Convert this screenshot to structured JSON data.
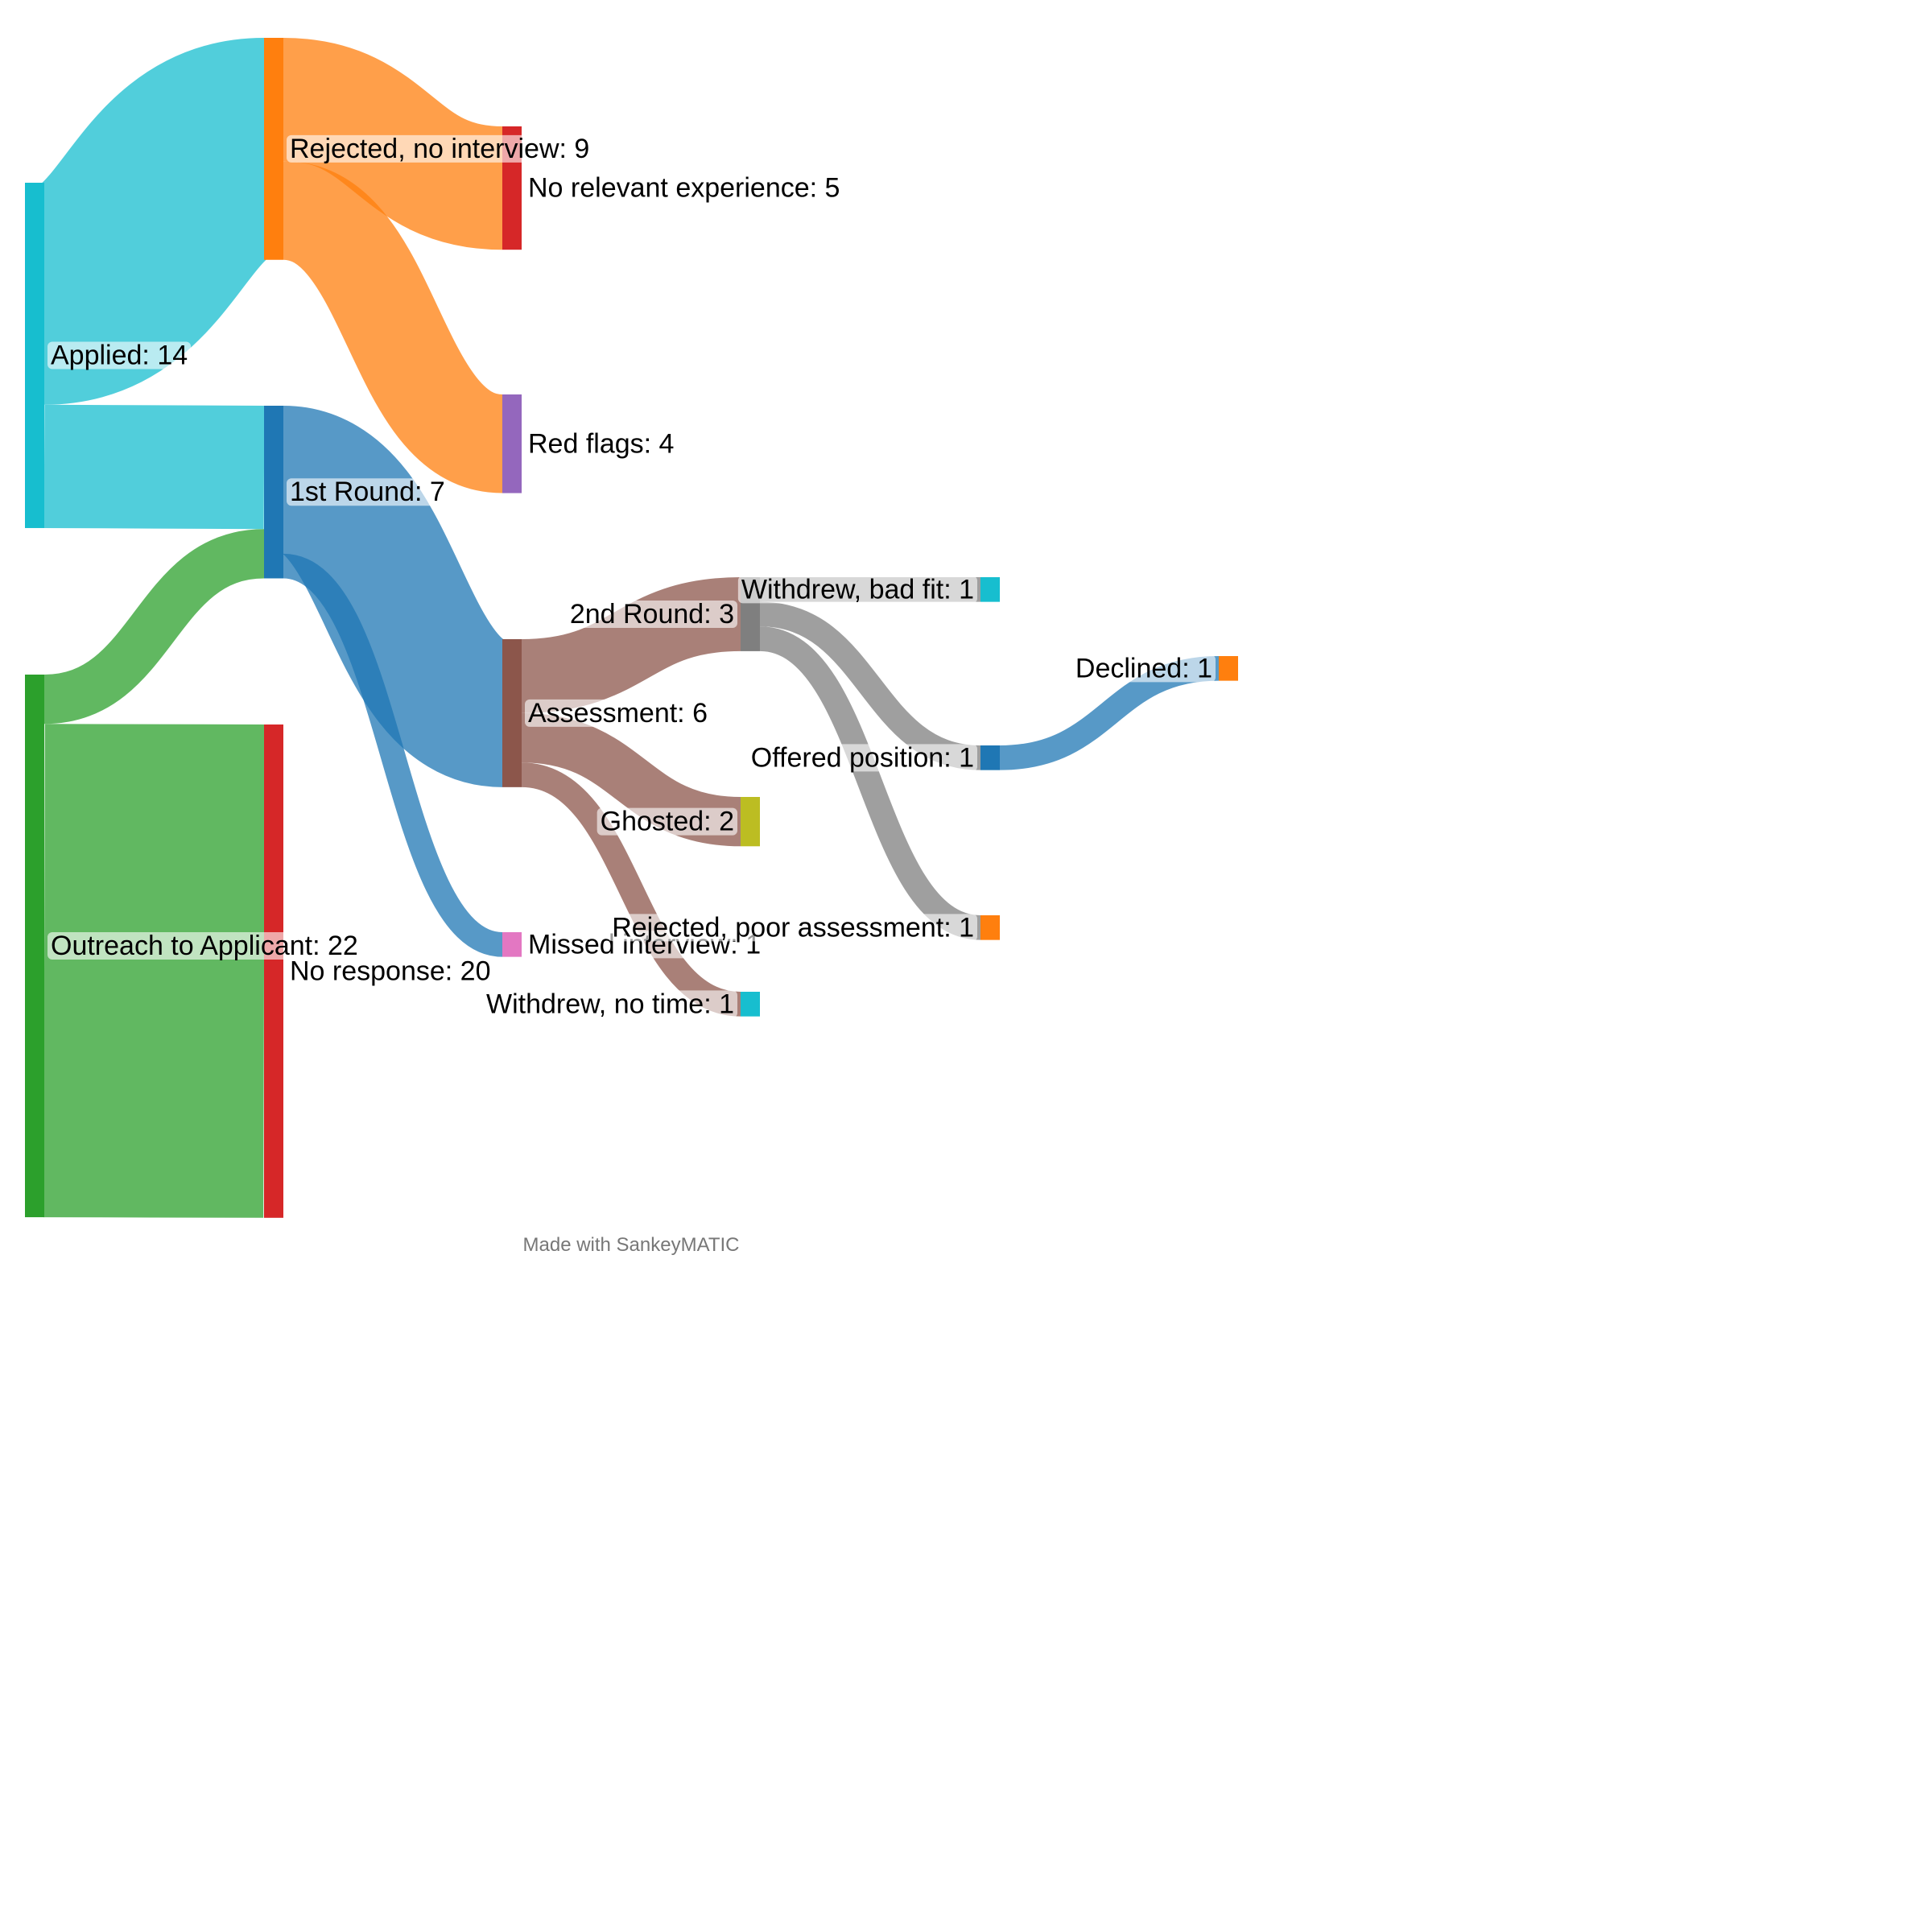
{
  "credit": "Made with SankeyMATIC",
  "chart_data": {
    "type": "sankey",
    "nodes": [
      {
        "id": "applied",
        "label": "Applied: 14",
        "color": "#17becf"
      },
      {
        "id": "outreach",
        "label": "Outreach to Applicant: 22",
        "color": "#2ca02c"
      },
      {
        "id": "rejected_no_interview",
        "label": "Rejected, no interview: 9",
        "color": "#ff7f0e"
      },
      {
        "id": "first_round",
        "label": "1st Round: 7",
        "color": "#1f77b4"
      },
      {
        "id": "no_response",
        "label": "No response: 20",
        "color": "#d62728"
      },
      {
        "id": "no_relevant_experience",
        "label": "No relevant experience: 5",
        "color": "#d62728"
      },
      {
        "id": "red_flags",
        "label": "Red flags: 4",
        "color": "#9467bd"
      },
      {
        "id": "assessment",
        "label": "Assessment: 6",
        "color": "#8c564b"
      },
      {
        "id": "missed_interview",
        "label": "Missed interview: 1",
        "color": "#e377c2"
      },
      {
        "id": "second_round",
        "label": "2nd Round: 3",
        "color": "#7f7f7f"
      },
      {
        "id": "ghosted",
        "label": "Ghosted: 2",
        "color": "#bcbd22"
      },
      {
        "id": "withdrew_no_time",
        "label": "Withdrew, no time: 1",
        "color": "#17becf"
      },
      {
        "id": "withdrew_bad_fit",
        "label": "Withdrew, bad fit: 1",
        "color": "#17becf"
      },
      {
        "id": "offered_position",
        "label": "Offered position: 1",
        "color": "#1f77b4"
      },
      {
        "id": "rejected_poor_assessment",
        "label": "Rejected, poor assessment: 1",
        "color": "#ff7f0e"
      },
      {
        "id": "declined",
        "label": "Declined: 1",
        "color": "#ff7f0e"
      }
    ],
    "flows": [
      {
        "source": "applied",
        "target": "rejected_no_interview",
        "value": 9
      },
      {
        "source": "applied",
        "target": "first_round",
        "value": 5
      },
      {
        "source": "outreach",
        "target": "first_round",
        "value": 2
      },
      {
        "source": "outreach",
        "target": "no_response",
        "value": 20
      },
      {
        "source": "rejected_no_interview",
        "target": "no_relevant_experience",
        "value": 5
      },
      {
        "source": "rejected_no_interview",
        "target": "red_flags",
        "value": 4
      },
      {
        "source": "first_round",
        "target": "assessment",
        "value": 6
      },
      {
        "source": "first_round",
        "target": "missed_interview",
        "value": 1
      },
      {
        "source": "assessment",
        "target": "second_round",
        "value": 3
      },
      {
        "source": "assessment",
        "target": "ghosted",
        "value": 2
      },
      {
        "source": "assessment",
        "target": "withdrew_no_time",
        "value": 1
      },
      {
        "source": "second_round",
        "target": "withdrew_bad_fit",
        "value": 1
      },
      {
        "source": "second_round",
        "target": "offered_position",
        "value": 1
      },
      {
        "source": "second_round",
        "target": "rejected_poor_assessment",
        "value": 1
      },
      {
        "source": "offered_position",
        "target": "declined",
        "value": 1
      }
    ]
  }
}
